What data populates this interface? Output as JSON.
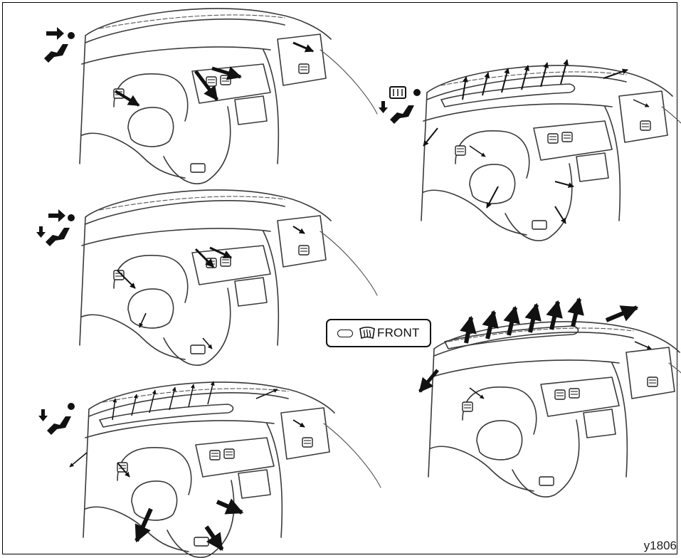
{
  "panels": [
    {
      "id": "face",
      "mode_icon": "face-mode-icon"
    },
    {
      "id": "bi-level",
      "mode_icon": "bi-level-mode-icon"
    },
    {
      "id": "foot-defrost",
      "mode_icon": "foot-defrost-mode-icon"
    },
    {
      "id": "foot",
      "mode_icon": "foot-mode-icon"
    },
    {
      "id": "defrost",
      "mode_icon": "defrost-mode-icon"
    }
  ],
  "front_button": {
    "label": "FRONT",
    "icon": "defroster-icon"
  },
  "figure_id": "y1806"
}
